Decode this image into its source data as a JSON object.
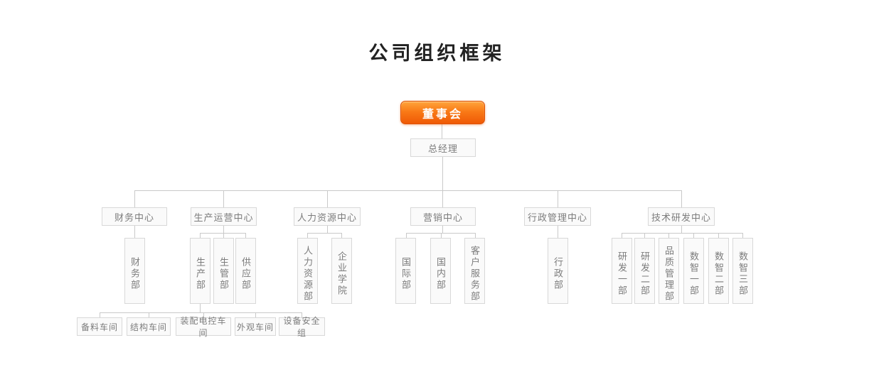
{
  "title": "公司组织框架",
  "colors": {
    "title_text": "#222222",
    "accent_top": "#ffa53c",
    "accent_bottom": "#ef5906",
    "accent_border": "#dd5204",
    "line": "#c9c9c9",
    "box_bg": "#fafafa",
    "box_border": "#d8d8d8",
    "box_text": "#7c7c7c"
  },
  "org": {
    "root": {
      "label": "董事会"
    },
    "manager": {
      "label": "总经理"
    },
    "centers": [
      {
        "label": "财务中心",
        "children": [
          "财务部"
        ]
      },
      {
        "label": "生产运营中心",
        "children": [
          "生产部",
          "生管部",
          "供应部"
        ]
      },
      {
        "label": "人力资源中心",
        "children": [
          "人力资源部",
          "企业学院"
        ]
      },
      {
        "label": "营销中心",
        "children": [
          "国际部",
          "国内部",
          "客户服务部"
        ]
      },
      {
        "label": "行政管理中心",
        "children": [
          "行政部"
        ]
      },
      {
        "label": "技术研发中心",
        "children": [
          "研发一部",
          "研发二部",
          "品质管理部",
          "数智一部",
          "数智二部",
          "数智三部"
        ]
      }
    ],
    "workshops": {
      "parent": "生产部",
      "items": [
        "备料车间",
        "结构车间",
        "装配电控车间",
        "外观车间",
        "设备安全组"
      ]
    }
  }
}
